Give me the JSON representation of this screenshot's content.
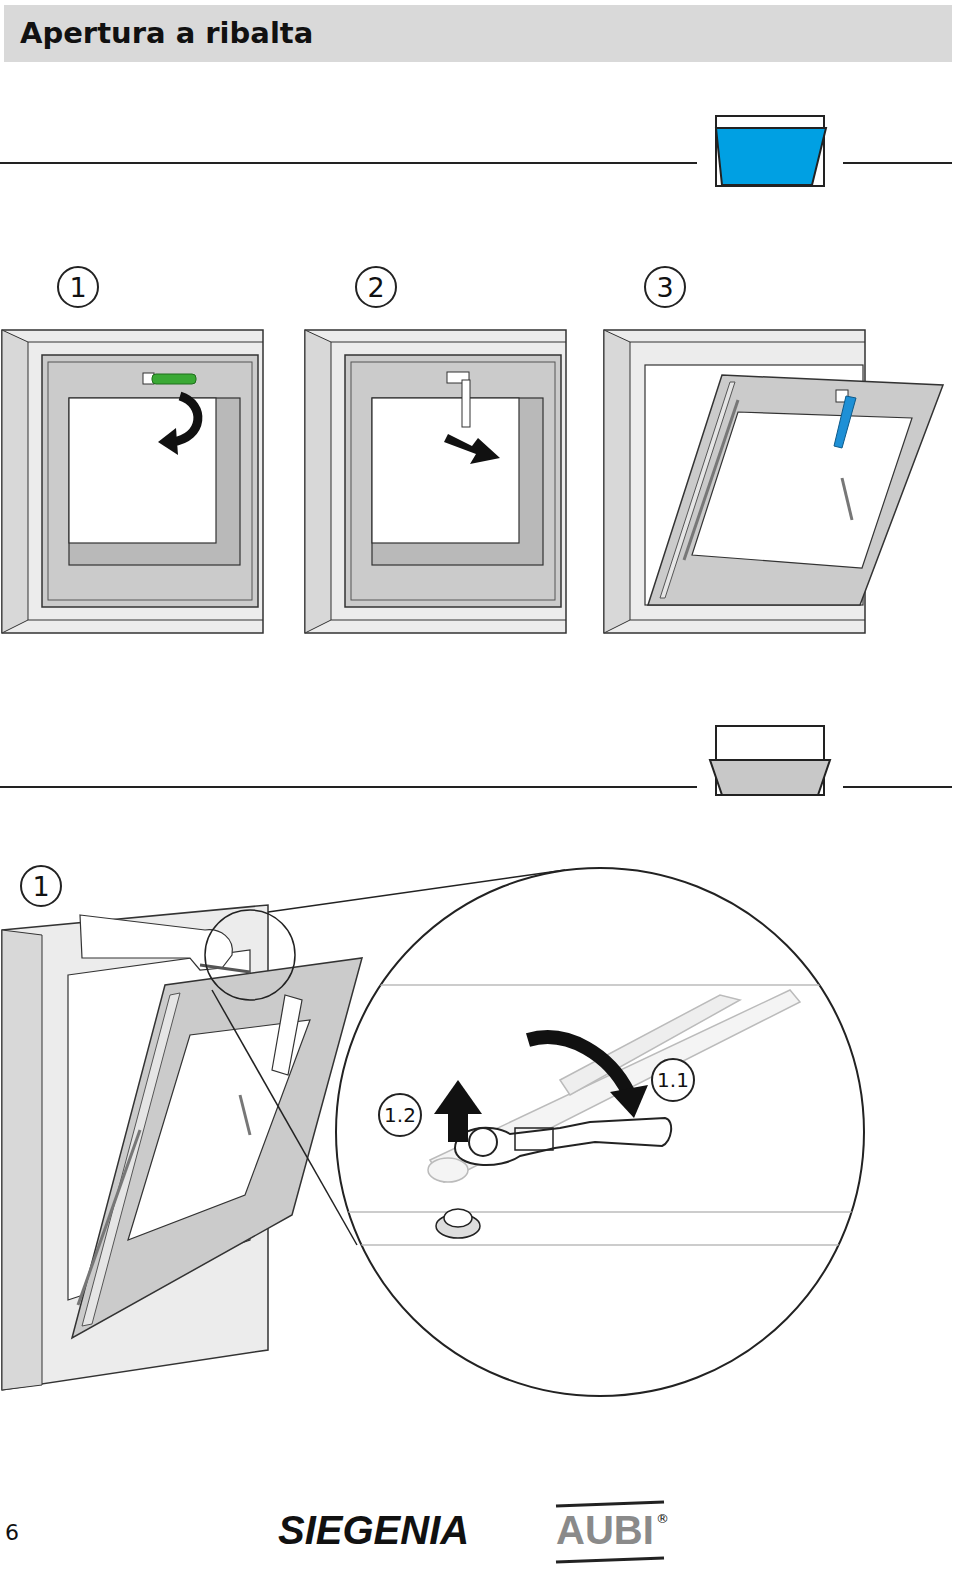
{
  "diagram": {
    "title": "Apertura a ribalta",
    "nodes": [
      {
        "text": [
          "1"
        ]
      },
      {
        "text": [
          "2"
        ]
      },
      {
        "text": [
          "3"
        ]
      },
      {
        "text": [
          "1"
        ]
      },
      {
        "text": [
          "1.2"
        ]
      },
      {
        "text": [
          "1.1"
        ]
      }
    ],
    "labels": [
      "6",
      "SIEGENIA",
      "AUBI",
      "®"
    ]
  }
}
